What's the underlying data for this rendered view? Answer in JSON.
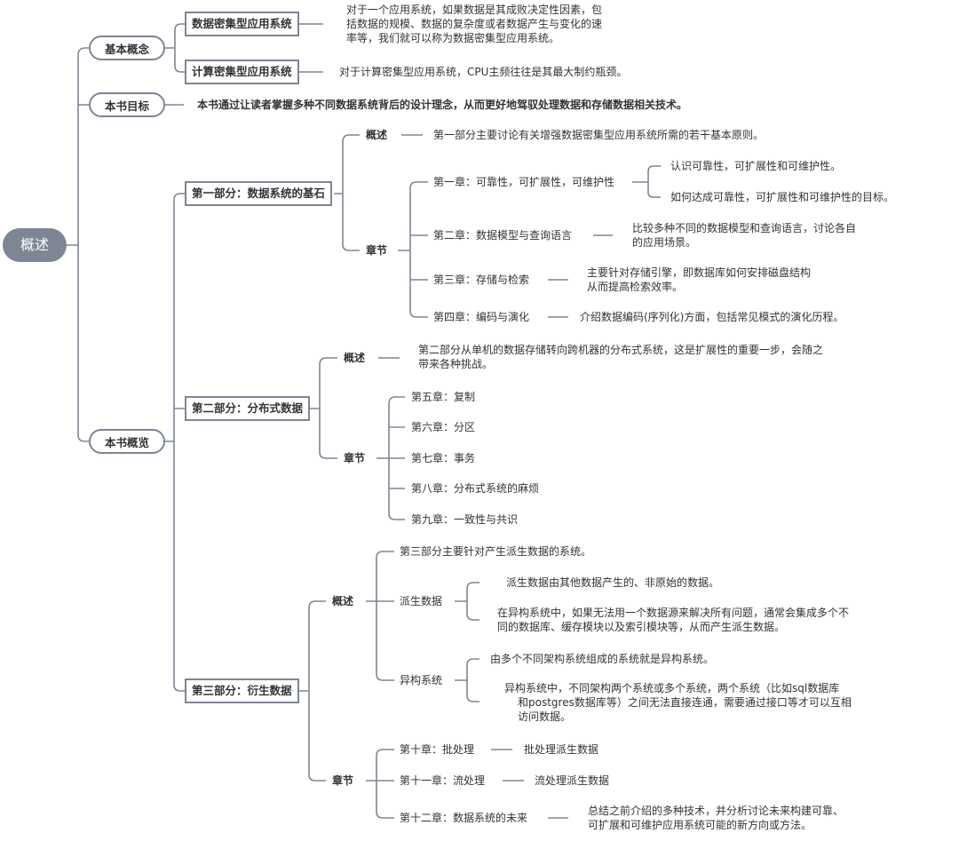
{
  "root": "概述",
  "basic": {
    "label": "基本概念",
    "data_intensive": {
      "label": "数据密集型应用系统",
      "desc": [
        "对于一个应用系统，如果数据是其成败决定性因素，包",
        "括数据的规模、数据的复杂度或者数据产生与变化的速",
        "率等，我们就可以称为数据密集型应用系统。"
      ]
    },
    "compute_intensive": {
      "label": "计算密集型应用系统",
      "desc": "对于计算密集型应用系统，CPU主频往往是其最大制约瓶颈。"
    }
  },
  "goal": {
    "label": "本书目标",
    "desc": "本书通过让读者掌握多种不同数据系统背后的设计理念，从而更好地驾驭处理数据和存储数据相关技术。"
  },
  "overview": {
    "label": "本书概览",
    "part1": {
      "label": "第一部分：数据系统的基石",
      "summary_label": "概述",
      "summary": "第一部分主要讨论有关增强数据密集型应用系统所需的若干基本原则。",
      "chapters_label": "章节",
      "ch1": {
        "label": "第一章：可靠性，可扩展性，可维护性",
        "sub": [
          "认识可靠性，可扩展性和可维护性。",
          "如何达成可靠性，可扩展性和可维护性的目标。"
        ]
      },
      "ch2": {
        "label": "第二章：数据模型与查询语言",
        "desc": [
          "比较多种不同的数据模型和查询语言，讨论各自",
          "的应用场景。"
        ]
      },
      "ch3": {
        "label": "第三章：存储与检索",
        "desc": [
          "主要针对存储引擎，即数据库如何安排磁盘结构",
          "从而提高检索效率。"
        ]
      },
      "ch4": {
        "label": "第四章：编码与演化",
        "desc": "介绍数据编码(序列化)方面，包括常见模式的演化历程。"
      }
    },
    "part2": {
      "label": "第二部分：分布式数据",
      "summary_label": "概述",
      "summary": [
        "第二部分从单机的数据存储转向跨机器的分布式系统，这是扩展性的重要一步，会随之",
        "带来各种挑战。"
      ],
      "chapters_label": "章节",
      "chapters": [
        "第五章：复制",
        "第六章：分区",
        "第七章：事务",
        "第八章：分布式系统的麻烦",
        "第九章：一致性与共识"
      ]
    },
    "part3": {
      "label": "第三部分：衍生数据",
      "summary_label": "概述",
      "summary": "第三部分主要针对产生派生数据的系统。",
      "derived": {
        "label": "派生数据",
        "sub1": "派生数据由其他数据产生的、非原始的数据。",
        "sub2": [
          "在异构系统中，如果无法用一个数据源来解决所有问题，通常会集成多个不",
          "同的数据库、缓存模块以及索引模块等，从而产生派生数据。"
        ]
      },
      "hetero": {
        "label": "异构系统",
        "sub1": "由多个不同架构系统组成的系统就是异构系统。",
        "sub2": [
          "异构系统中，不同架构两个系统或多个系统，两个系统（比如sql数据库",
          "和postgres数据库等）之间无法直接连通，需要通过接口等才可以互相",
          "访问数据。"
        ]
      },
      "chapters_label": "章节",
      "ch10": {
        "label": "第十章：批处理",
        "desc": "批处理派生数据"
      },
      "ch11": {
        "label": "第十一章：流处理",
        "desc": "流处理派生数据"
      },
      "ch12": {
        "label": "第十二章：数据系统的未来",
        "desc": [
          "总结之前介绍的多种技术，并分析讨论未来构建可靠、",
          "可扩展和可维护应用系统可能的新方向或方法。"
        ]
      }
    }
  }
}
